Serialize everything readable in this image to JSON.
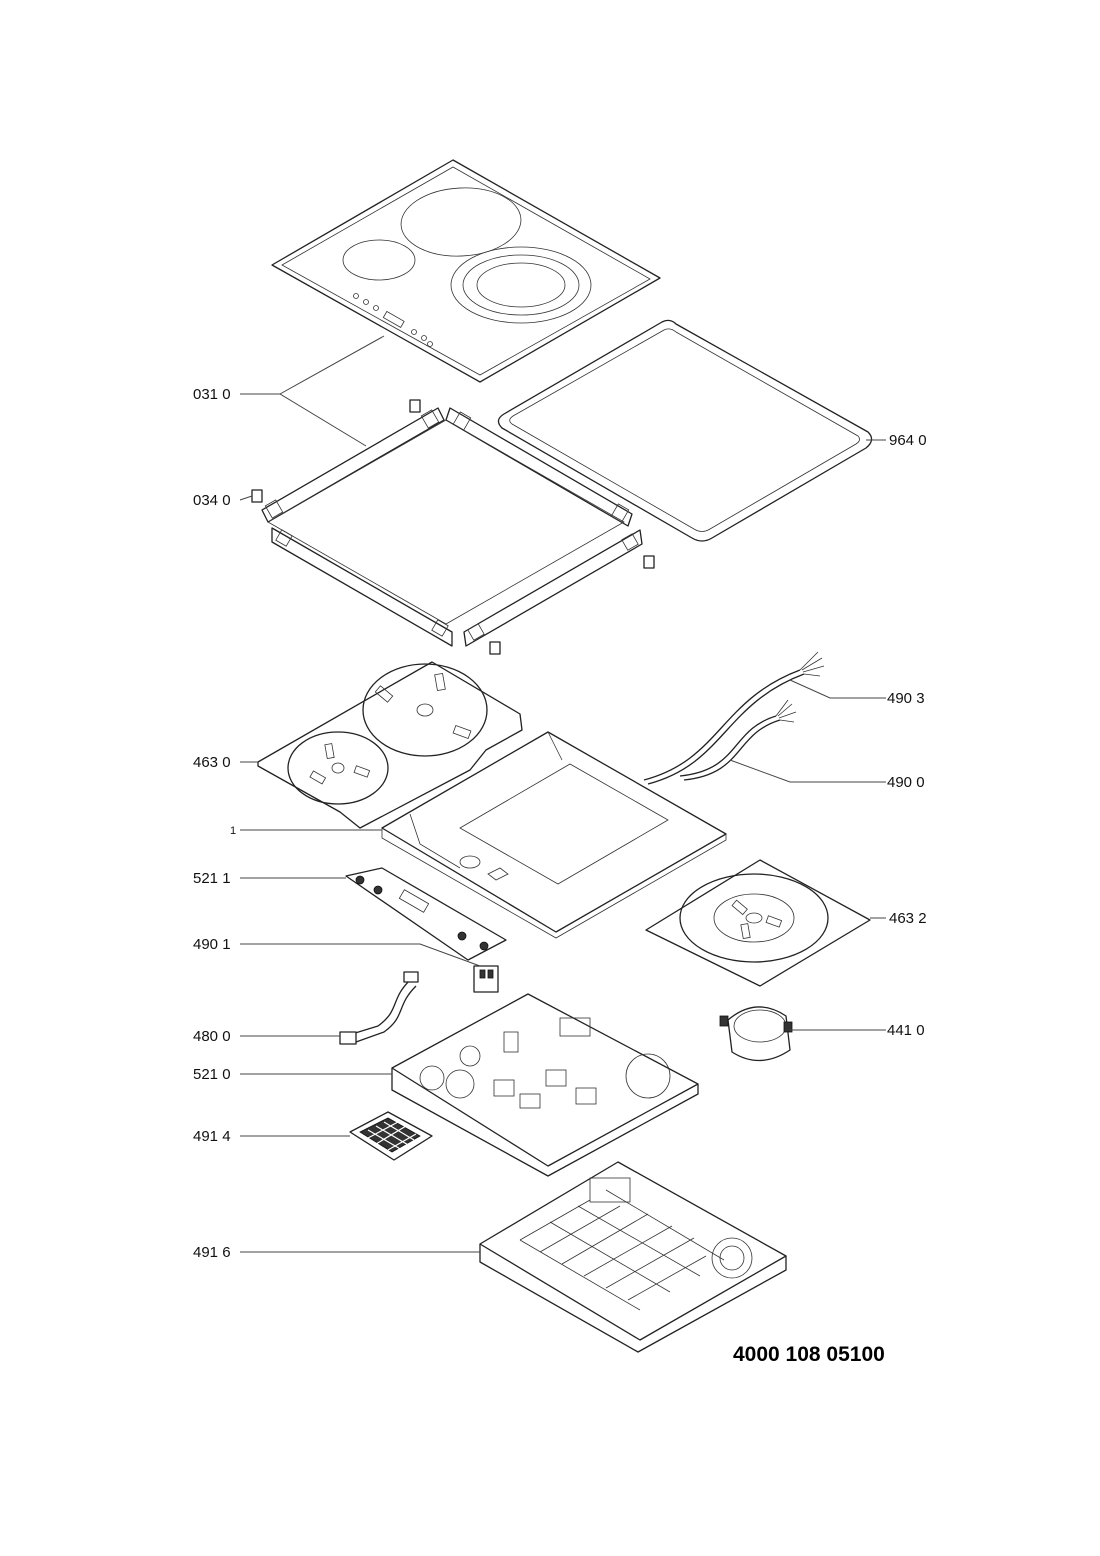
{
  "labels": {
    "p0310": "031 0",
    "p0340": "034 0",
    "p9640": "964 0",
    "p4903": "490 3",
    "p4630": "463 0",
    "p4900": "490 0",
    "p1": "1",
    "p5211": "521 1",
    "p4632": "463 2",
    "p4901": "490 1",
    "p4800": "480 0",
    "p4410": "441 0",
    "p5210": "521 0",
    "p4914": "491 4",
    "p4916": "491 6"
  },
  "document_number": "4000 108 05100"
}
